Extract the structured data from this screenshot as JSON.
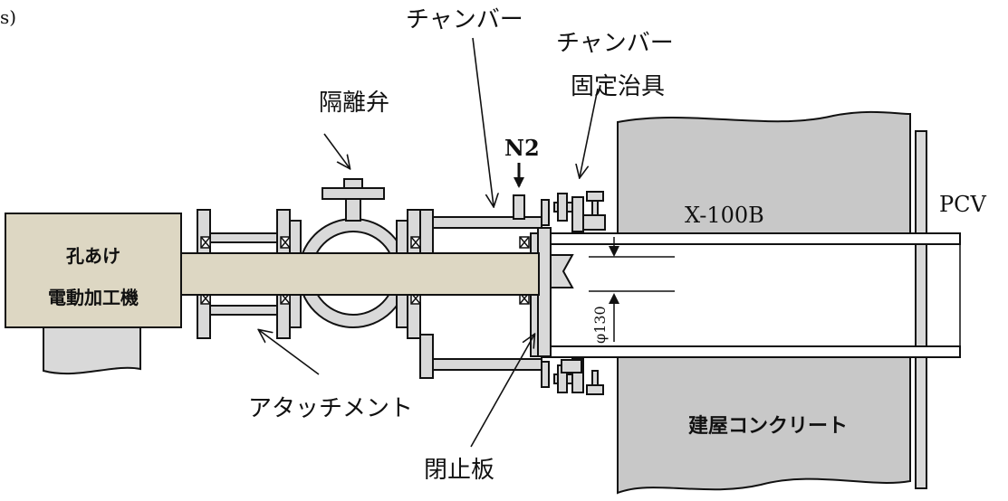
{
  "labels": {
    "machine_line1": "孔あけ",
    "machine_line2": "電動加工機",
    "isolation_valve": "隔離弁",
    "chamber": "チャンバー",
    "chamber_fixture_line1": "チャンバー",
    "chamber_fixture_line2": "固定治具",
    "n2": "N2",
    "penetration": "X-100B",
    "pcv": "PCV",
    "attachment": "アタッチメント",
    "closing_plate": "閉止板",
    "concrete": "建屋コンクリート",
    "diameter": "φ130",
    "corner_fragment": "s)"
  },
  "colors": {
    "concrete": "#c8c8c8",
    "shaft": "#ddd7c3",
    "parts": "#d9d9d9",
    "line": "#111111"
  }
}
